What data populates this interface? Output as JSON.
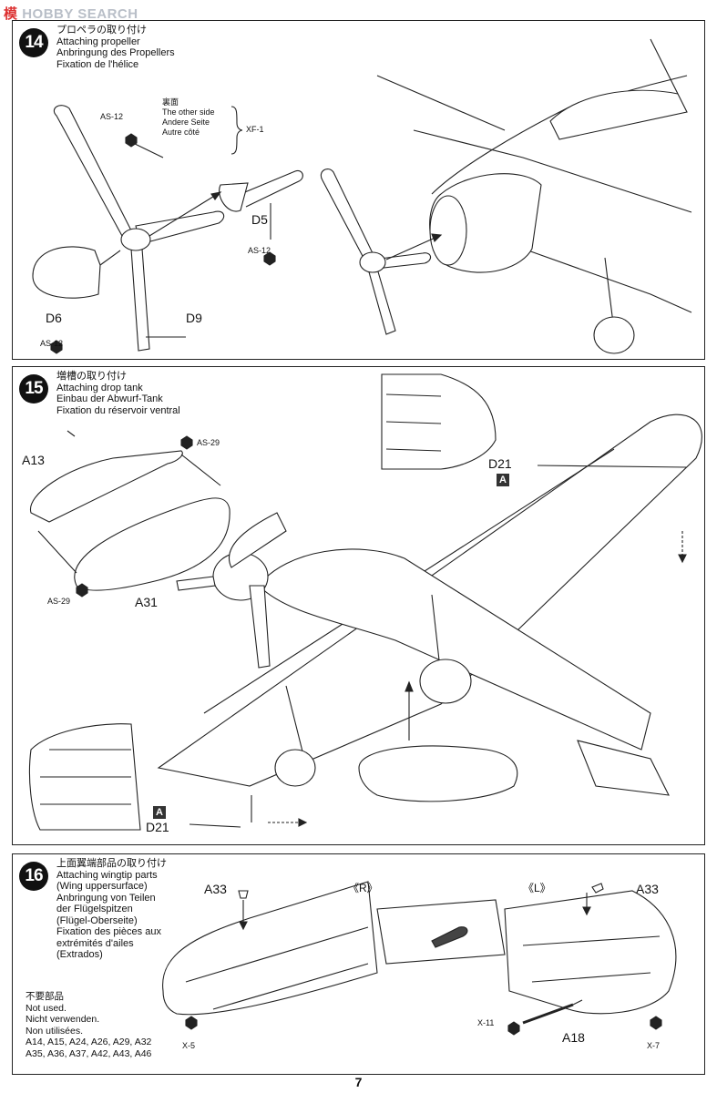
{
  "watermark": {
    "logo": "模",
    "text": "HOBBY SEARCH"
  },
  "step14": {
    "number": "14",
    "title_jp": "プロペラの取り付け",
    "title_en": "Attaching propeller",
    "title_de": "Anbringung des Propellers",
    "title_fr": "Fixation de l'hélice",
    "other_side_jp": "裏面",
    "other_side_en": "The other side",
    "other_side_de": "Andere Seite",
    "other_side_fr": "Autre côté",
    "xf_label": "XF-1",
    "screw_top": "AS-12",
    "d5": "D5",
    "d5_screw": "AS-12",
    "d6": "D6",
    "d6_screw": "AS-12",
    "d9": "D9"
  },
  "step15": {
    "number": "15",
    "title_jp": "増槽の取り付け",
    "title_en": "Attaching drop tank",
    "title_de": "Einbau der Abwurf-Tank",
    "title_fr": "Fixation du réservoir ventral",
    "a13": "A13",
    "screw_top": "AS-29",
    "screw_bottom": "AS-29",
    "a31": "A31",
    "d21_top": "D21",
    "mark_top": "A",
    "d21_bottom": "D21",
    "mark_bottom": "A"
  },
  "step16": {
    "number": "16",
    "title_jp": "上面翼端部品の取り付け",
    "lines": [
      "Attaching wingtip parts",
      "(Wing uppersurface)",
      "Anbringung von Teilen",
      "der Flügelspitzen",
      "(Flügel-Oberseite)",
      "Fixation des pièces aux",
      "extrémités d'ailes",
      "(Extrados)"
    ],
    "not_used_jp": "不要部品",
    "not_used_en": "Not used.",
    "not_used_de": "Nicht verwenden.",
    "not_used_fr": "Non utilisées.",
    "not_used_parts_1": "A14, A15, A24, A26, A29, A32",
    "not_used_parts_2": "A35, A36, A37, A42, A43, A46",
    "right_label": "《R》",
    "left_label": "《L》",
    "a33_right": "A33",
    "a33_left": "A33",
    "x5": "X-5",
    "x7": "X-7",
    "x11": "X-11",
    "a18": "A18"
  },
  "page_number": "7"
}
